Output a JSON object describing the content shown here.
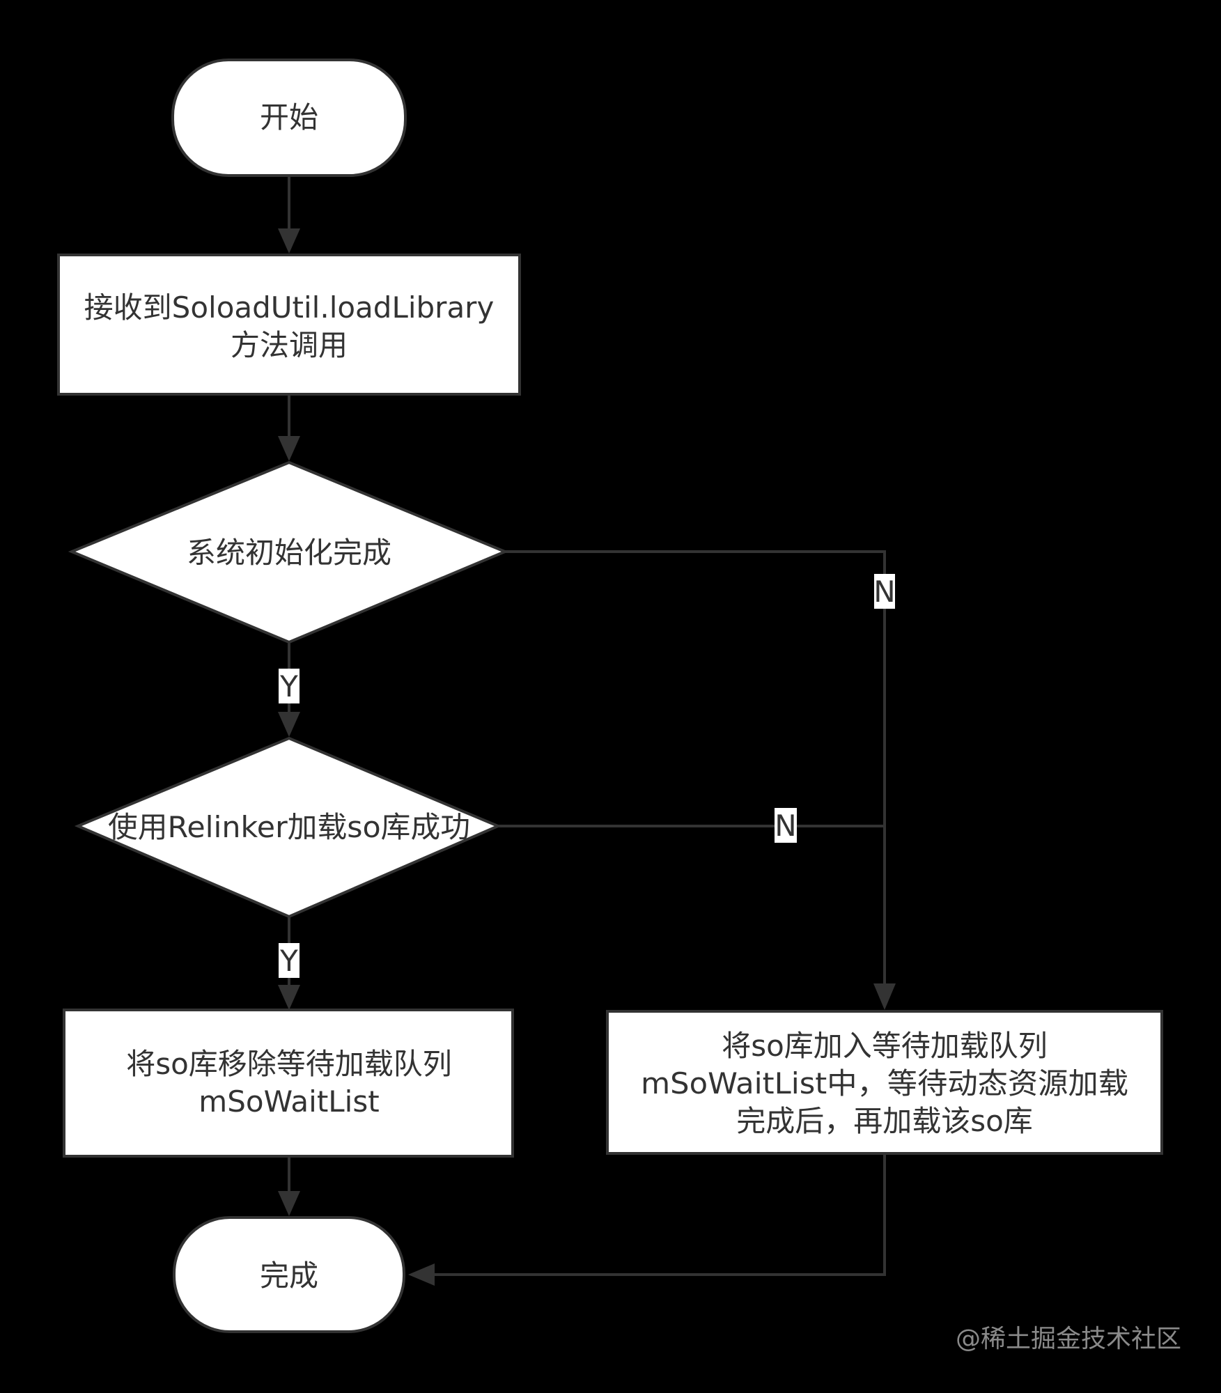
{
  "nodes": {
    "start": {
      "text": "开始"
    },
    "receive": {
      "lines": [
        "接收到SoloadUtil.loadLibrary",
        "方法调用"
      ]
    },
    "init_done": {
      "text": "系统初始化完成"
    },
    "relinker_ok": {
      "text": "使用Relinker加载so库成功"
    },
    "remove_from_queue": {
      "lines": [
        "将so库移除等待加载队列",
        "mSoWaitList"
      ]
    },
    "add_to_queue": {
      "lines": [
        "将so库加入等待加载队列",
        "mSoWaitList中，等待动态资源加载",
        "完成后，再加载该so库"
      ]
    },
    "end": {
      "text": "完成"
    }
  },
  "edge_labels": {
    "init_yes": "Y",
    "init_no": "N",
    "relinker_yes": "Y",
    "relinker_no": "N"
  },
  "watermark": "@稀土掘金技术社区",
  "colors": {
    "background": "#000000",
    "node_fill": "#ffffff",
    "stroke": "#333333",
    "text": "#333333",
    "watermark": "#8a8a8a"
  }
}
